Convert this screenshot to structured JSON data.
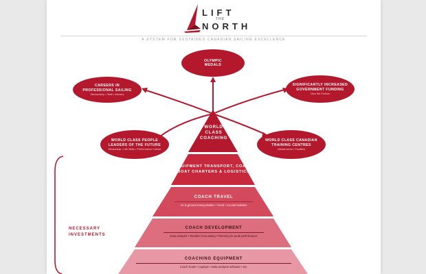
{
  "logo": {
    "line1": "LIFT",
    "line2": "THE",
    "line3": "NORTH"
  },
  "tagline": "A SYSTEM FOR SUSTAINED CANADIAN SAILING EXCELLENCE",
  "outcomes": {
    "olympic": {
      "title": "OLYMPIC MEDALS"
    },
    "careers": {
      "title": "CAREERS IN PROFESSIONAL SAILING",
      "sub": "Stewardship • Staff • Industry"
    },
    "funding": {
      "title": "SIGNIFICANTLY INCREASED GOVERNMENT FUNDING",
      "sub": "Own the Podium"
    },
    "people": {
      "title": "WORLD CLASS PEOPLE LEADERS OF THE FUTURE",
      "sub": "Mentorship • Life Skills • Performance Culture"
    },
    "centres": {
      "title": "WORLD CLASS CANADIAN TRAINING CENTRES",
      "sub": "Infrastructure • Facilities"
    }
  },
  "pyramid": {
    "apex": "WORLD CLASS COACHING",
    "tiers": [
      {
        "title": "EQUIPMENT TRANSPORT, COACH BOAT CHARTERS & LOGISTICS",
        "sub": ""
      },
      {
        "title": "COACH TRAVEL",
        "sub": "Air & ground transportation • Food • Accommodation"
      },
      {
        "title": "COACH DEVELOPMENT",
        "sub": "Data analysis • Weather forecasting • Planning for peak performance"
      },
      {
        "title": "COACHING EQUIPMENT",
        "sub": "Coach boats • Laptops • Data analysis software • etc."
      }
    ]
  },
  "side_label": "NECESSARY INVESTMENTS",
  "colors": {
    "accent": "#b3182c",
    "tier1": "#c8283c",
    "tier2": "#d24a5c",
    "tier3": "#dc6e7e",
    "tier4": "#e898a4"
  }
}
